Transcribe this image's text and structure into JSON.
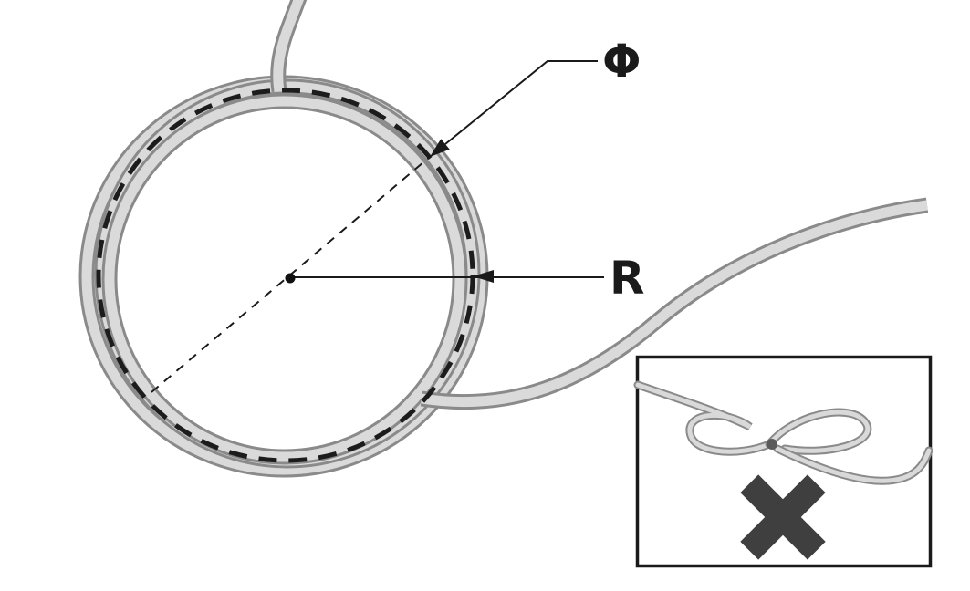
{
  "diagram": {
    "phi_label": "Φ",
    "r_label": "R"
  },
  "icons": {
    "x_icon": "x-mark-prohibited",
    "arrowhead_icon": "filled-arrowhead"
  },
  "colors": {
    "cable_fill": "#dadada",
    "cable_edge": "#8a8a8a",
    "line": "#1a1a1a",
    "dash_circle": "#1c1c1c",
    "x_mark": "#3f3f3f",
    "inset_border": "#1a1a1a",
    "background": "#ffffff"
  }
}
